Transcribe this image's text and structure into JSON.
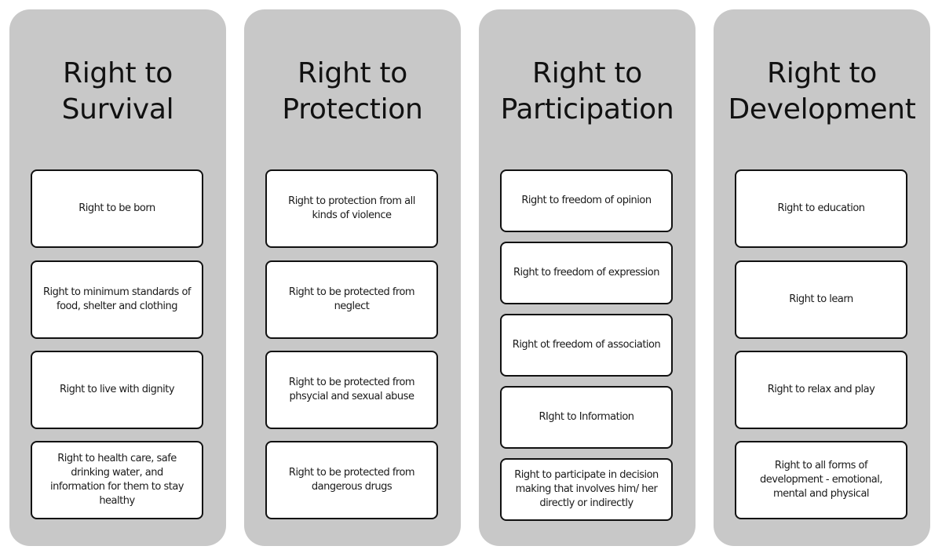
{
  "columns": [
    {
      "title": "Right to\nSurvival",
      "items": [
        "Right to be born",
        "Right to minimum standards of\nfood, shelter and clothing",
        "Right to live with dignity",
        "Right to health care, safe\ndrinking water, and\ninformation for them to stay\nhealthy"
      ]
    },
    {
      "title": "Right to\nProtection",
      "items": [
        "Right to protection from all\nkinds of violence",
        "Right to be protected from\nneglect",
        "Right to be protected from\nphsycial and sexual abuse",
        "Right to be protected from\ndangerous drugs"
      ]
    },
    {
      "title": "Right to\nParticipation",
      "items": [
        "Right to freedom of opinion",
        "Right to freedom of expression",
        "Right ot freedom of association",
        "RIght to Information",
        "Right to participate in decision\nmaking that involves him/ her\ndirectly or indirectly"
      ]
    },
    {
      "title": "Right to\nDevelopment",
      "items": [
        "Right to education",
        "Right to learn",
        "Right to relax and play",
        "Right to all forms of\ndevelopment - emotional,\nmental and physical"
      ]
    }
  ]
}
